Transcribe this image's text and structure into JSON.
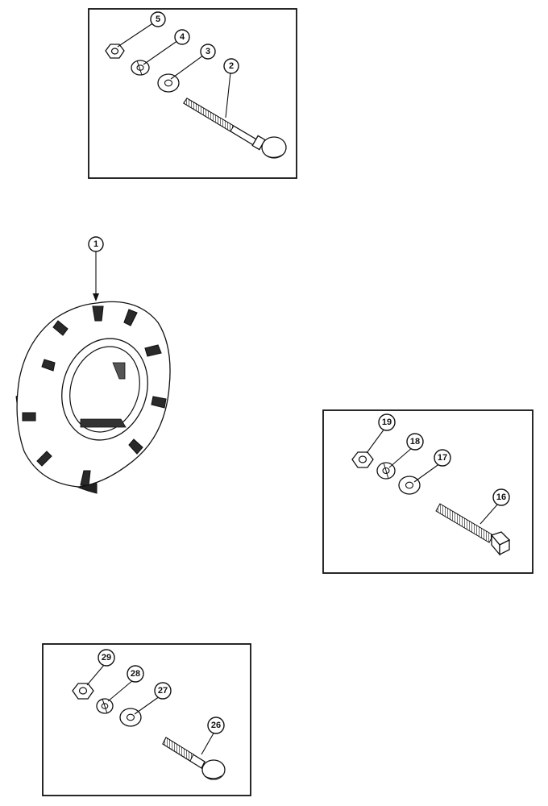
{
  "diagram": {
    "callouts": {
      "c1": "1",
      "c2": "2",
      "c3": "3",
      "c4": "4",
      "c5": "5",
      "c16": "16",
      "c17": "17",
      "c18": "18",
      "c19": "19",
      "c26": "26",
      "c27": "27",
      "c28": "28",
      "c29": "29"
    }
  }
}
